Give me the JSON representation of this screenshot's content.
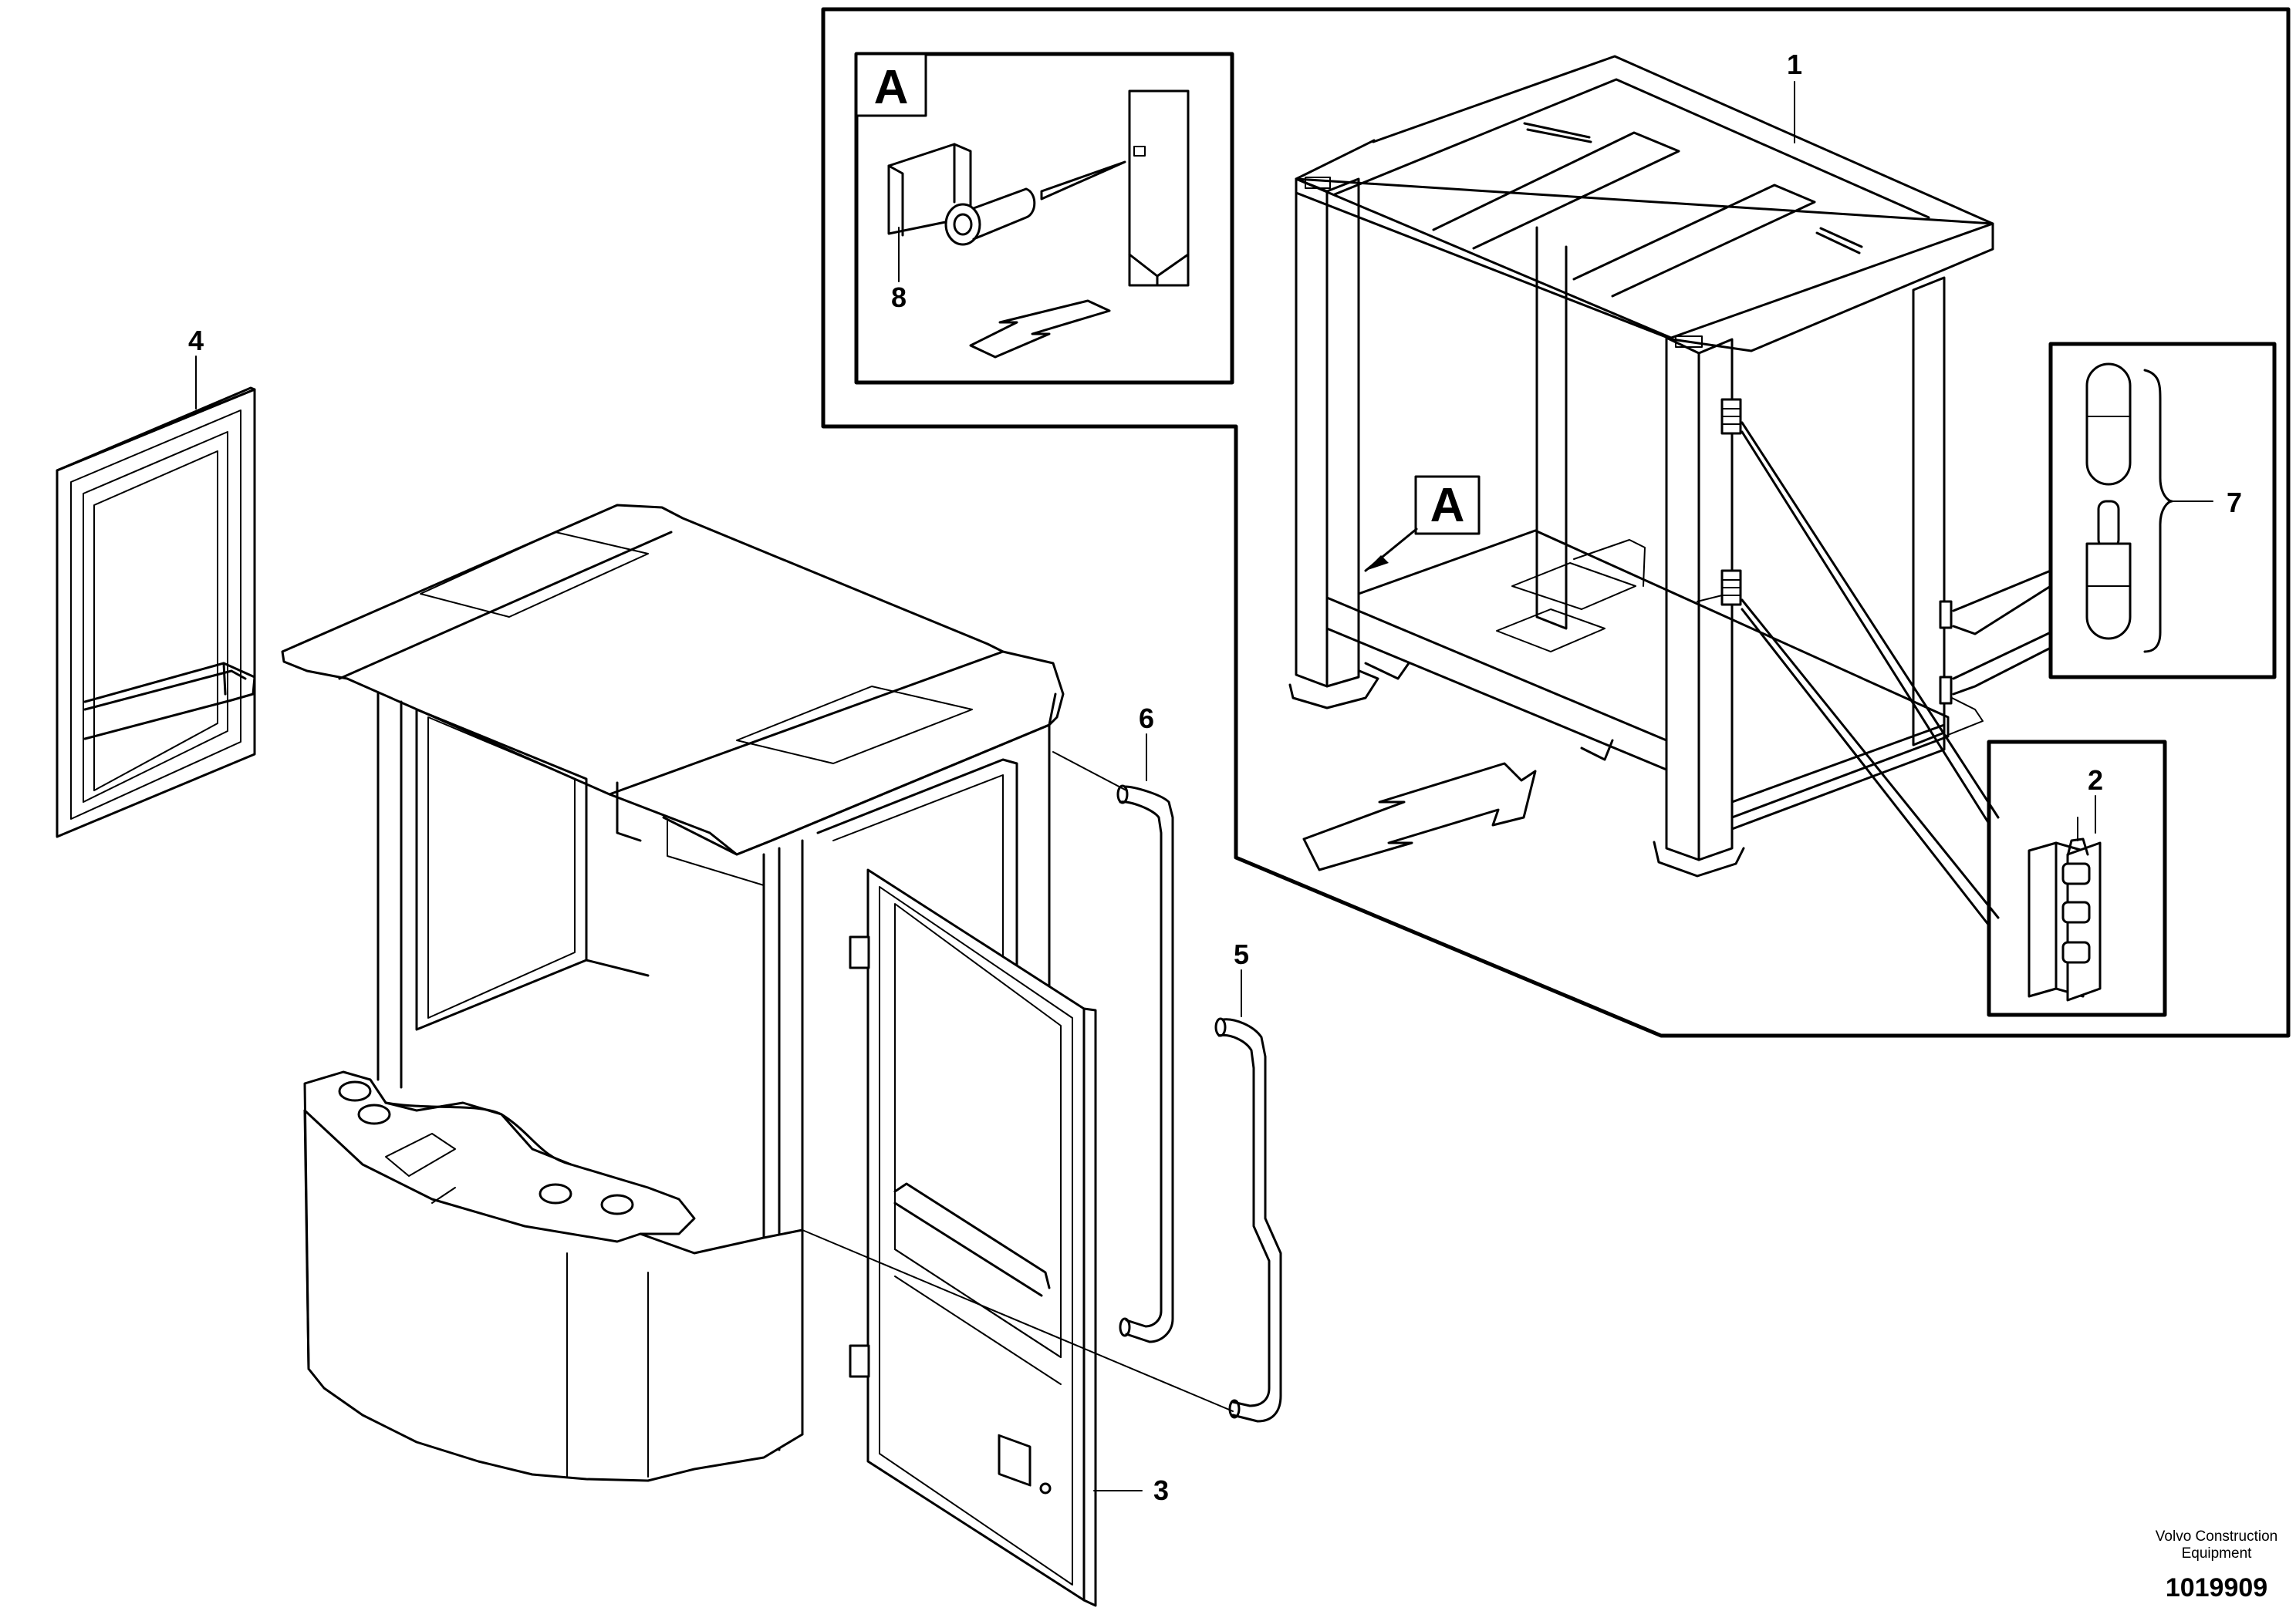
{
  "callouts": {
    "c1": "1",
    "c2": "2",
    "c3": "3",
    "c4": "4",
    "c5": "5",
    "c6": "6",
    "c7": "7",
    "c8": "8"
  },
  "detail_views": {
    "detail_a_label": "A",
    "detail_a_ref_label": "A"
  },
  "footer": {
    "publisher_line1": "Volvo Construction",
    "publisher_line2": "Equipment",
    "illustration_number": "1019909"
  }
}
